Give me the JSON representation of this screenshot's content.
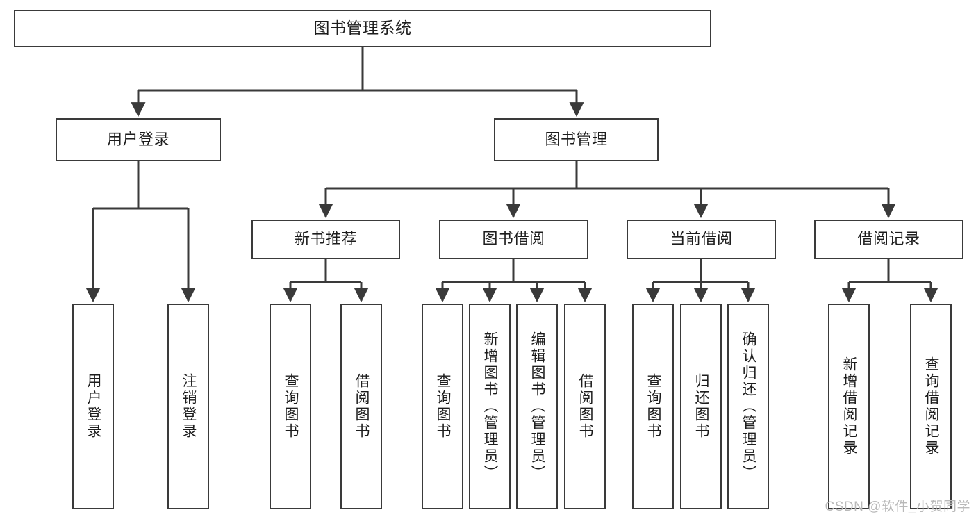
{
  "diagram": {
    "type": "tree-hierarchy-chart",
    "title": "图书管理系统",
    "orientation": "top-down",
    "colors": {
      "node_border": "#3a3a3a",
      "node_fill": "#ffffff",
      "edge": "#3a3a3a",
      "text": "#1d1d1d",
      "watermark": "#b9b9b9",
      "background": "#ffffff"
    },
    "root": {
      "label": "图书管理系统"
    },
    "level2": [
      {
        "label": "用户登录"
      },
      {
        "label": "图书管理"
      }
    ],
    "level3": [
      {
        "label": "新书推荐"
      },
      {
        "label": "图书借阅"
      },
      {
        "label": "当前借阅"
      },
      {
        "label": "借阅记录"
      }
    ],
    "leaves": {
      "user_login": [
        {
          "label": "用户登录"
        },
        {
          "label": "注销登录"
        }
      ],
      "new_book_recommend": [
        {
          "label": "查询图书"
        },
        {
          "label": "借阅图书"
        }
      ],
      "book_borrow": [
        {
          "label": "查询图书"
        },
        {
          "label": "新增图书（管理员）"
        },
        {
          "label": "编辑图书（管理员）"
        },
        {
          "label": "借阅图书"
        }
      ],
      "current_borrow": [
        {
          "label": "查询图书"
        },
        {
          "label": "归还图书"
        },
        {
          "label": "确认归还（管理员）"
        }
      ],
      "borrow_record": [
        {
          "label": "新增借阅记录"
        },
        {
          "label": "查询借阅记录"
        }
      ]
    }
  },
  "watermark": {
    "text": "CSDN @软件_小贺同学"
  }
}
